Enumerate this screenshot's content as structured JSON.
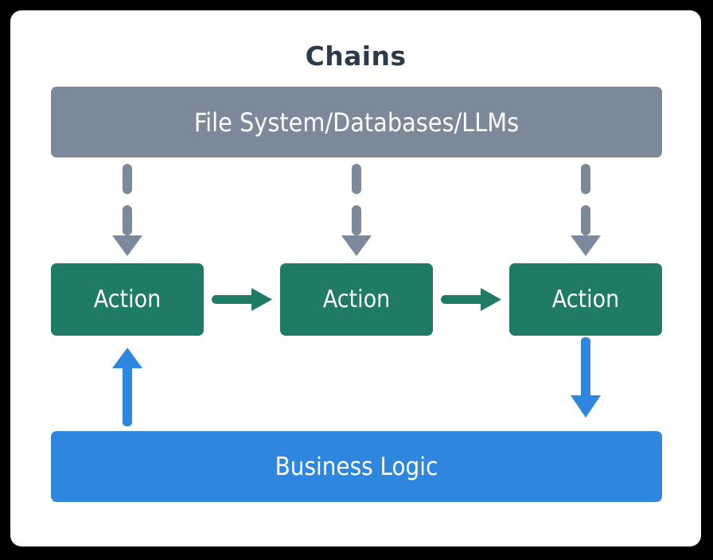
{
  "diagram": {
    "title": "Chains",
    "background_color": "#000000",
    "card_color": "#ffffff",
    "title_color": "#2c3a49"
  },
  "nodes": {
    "resource": {
      "label": "File System/Databases/LLMs",
      "color": "#7b899a",
      "text_color": "#ffffff"
    },
    "actions": [
      {
        "label": "Action",
        "color": "#1f7a66",
        "text_color": "#ffffff"
      },
      {
        "label": "Action",
        "color": "#1f7a66",
        "text_color": "#ffffff"
      },
      {
        "label": "Action",
        "color": "#1f7a66",
        "text_color": "#ffffff"
      }
    ],
    "business": {
      "label": "Business Logic",
      "color": "#2e86de",
      "text_color": "#ffffff"
    }
  },
  "connectors": {
    "resource_to_action": {
      "style": "dashed",
      "direction": "down",
      "color": "#7b899a",
      "count": 3
    },
    "action_to_action": {
      "style": "solid",
      "direction": "right",
      "color": "#1f7a66",
      "count": 2
    },
    "action_to_business": {
      "style": "solid",
      "direction": "down",
      "color": "#2e86de",
      "count": 1
    },
    "business_to_action": {
      "style": "solid",
      "direction": "up",
      "color": "#2e86de",
      "count": 1
    }
  }
}
